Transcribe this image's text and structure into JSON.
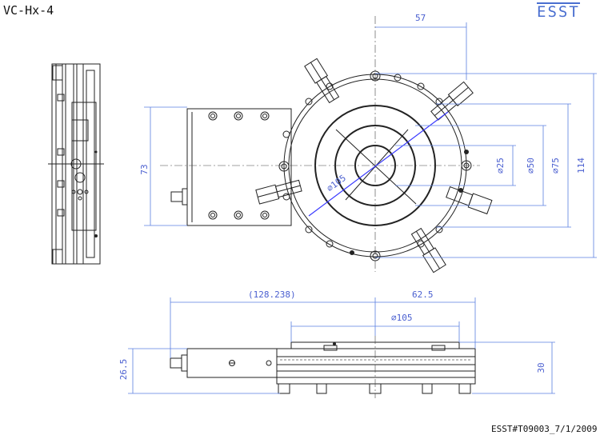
{
  "title": "VC-Hx-4",
  "logo": "ESST",
  "doc_ref": "ESST#T09003_7/1/2009",
  "dimensions": {
    "d57": "57",
    "d73": "73",
    "d114": "114",
    "phi75": "⌀75",
    "phi50": "⌀50",
    "phi25": "⌀25",
    "phi105_top": "⌀105",
    "len_128": "(128.238)",
    "len_62_5": "62.5",
    "phi105_bottom": "⌀105",
    "h26_5": "26.5",
    "h30": "30"
  }
}
